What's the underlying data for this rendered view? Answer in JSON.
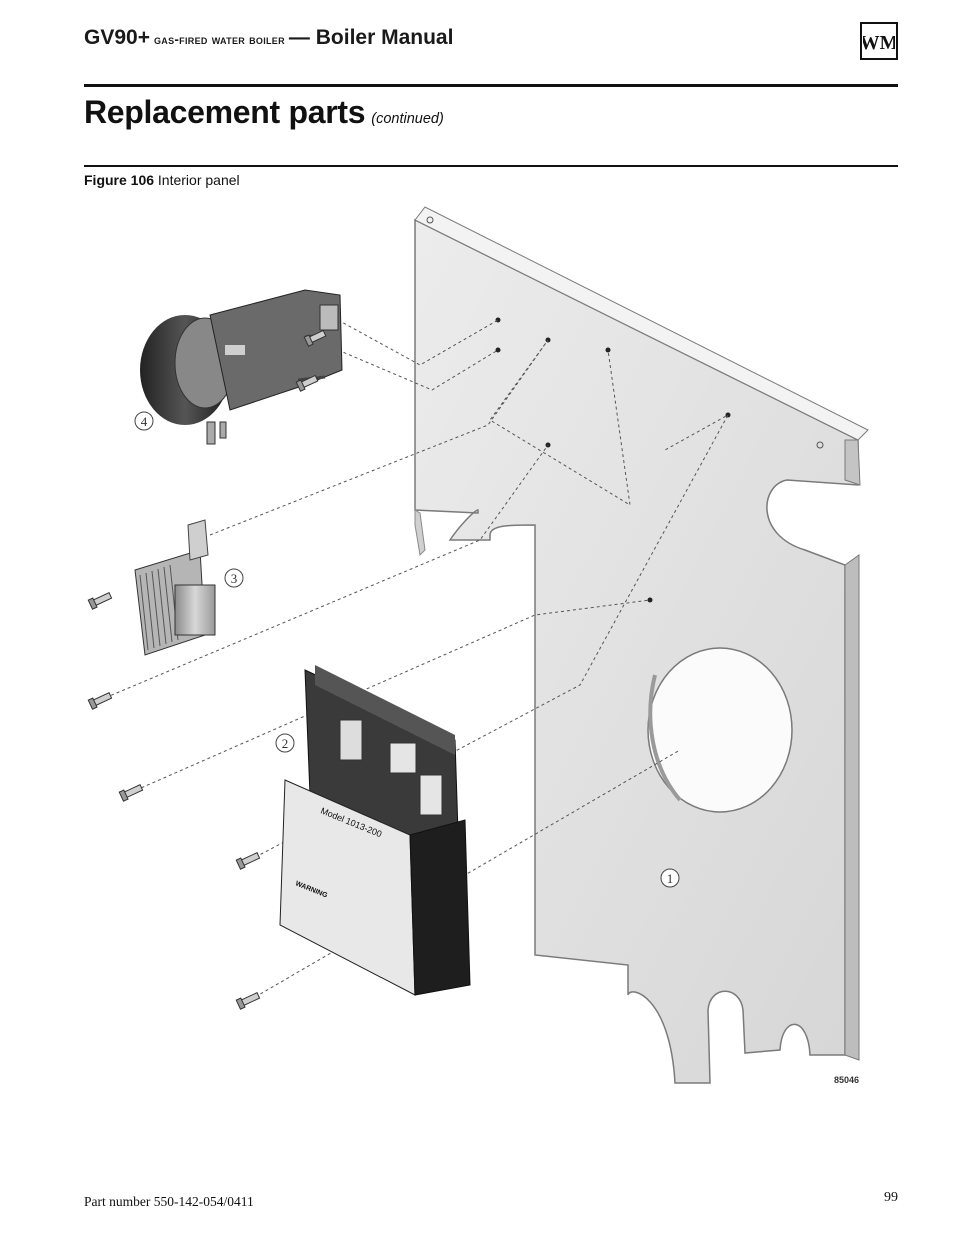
{
  "header": {
    "model": "GV90+",
    "subtitle": "gas-fired water boiler",
    "title": "— Boiler Manual",
    "logo_text": "WM"
  },
  "section": {
    "title": "Replacement parts",
    "continued": "(continued)"
  },
  "figure": {
    "number": "Figure 106",
    "caption": "Interior panel",
    "callouts": [
      "1",
      "2",
      "3",
      "4"
    ],
    "drawing_number": "85046",
    "control_label": {
      "model": "Model 1013-200",
      "warning": "WARNING"
    }
  },
  "footer": {
    "part_number": "Part number 550-142-054/0411",
    "page": "99"
  }
}
